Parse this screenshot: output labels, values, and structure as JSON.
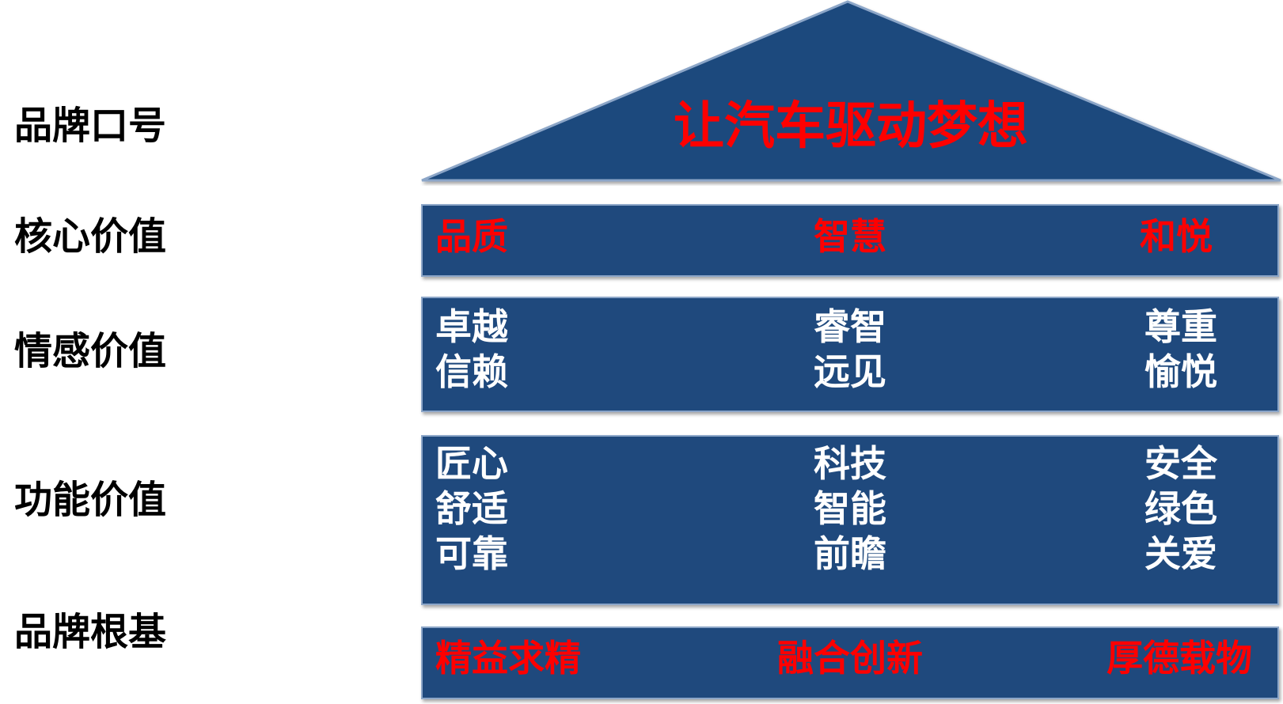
{
  "labels": {
    "slogan": "品牌口号",
    "core": "核心价值",
    "emotional": "情感价值",
    "functional": "功能价值",
    "foundation": "品牌根基"
  },
  "slogan": "让汽车驱动梦想",
  "core_values": [
    "品质",
    "智慧",
    "和悦"
  ],
  "emotional_values": [
    [
      "卓越",
      "信赖"
    ],
    [
      "睿智",
      "远见"
    ],
    [
      "尊重",
      "愉悦"
    ]
  ],
  "functional_values": [
    [
      "匠心",
      "舒适",
      "可靠"
    ],
    [
      "科技",
      "智能",
      "前瞻"
    ],
    [
      "安全",
      "绿色",
      "关爱"
    ]
  ],
  "foundation_values": [
    "精益求精",
    "融合创新",
    "厚德载物"
  ],
  "colors": {
    "box_fill": "#1f497d",
    "box_border": "#8ca6c8",
    "highlight_text": "#ff0000",
    "normal_text": "#ffffff",
    "label_text": "#000000"
  }
}
